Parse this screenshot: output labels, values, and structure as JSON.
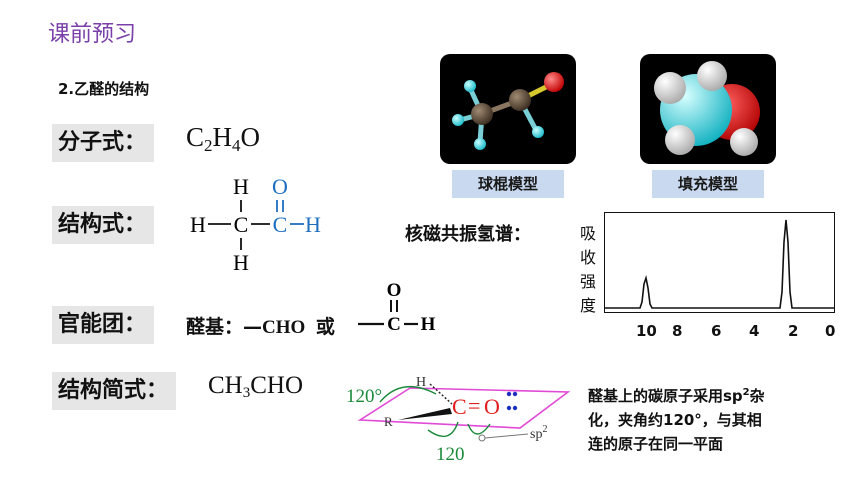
{
  "header": {
    "title": "课前预习",
    "subtitle": "2.乙醛的结构"
  },
  "molecular_formula": {
    "label": "分子式：",
    "parts": [
      "C",
      "2",
      "H",
      "4",
      "O"
    ]
  },
  "structural_formula": {
    "label": "结构式：",
    "atoms": {
      "h_top": "H",
      "o_top": "O",
      "h_left": "H",
      "c1": "C",
      "c2": "C",
      "h_right": "H",
      "h_bottom": "H"
    }
  },
  "functional_group": {
    "label": "官能团：",
    "name": "醛基：",
    "dash": "—",
    "formula": "CHO",
    "or": "或",
    "atoms": {
      "o": "O",
      "c": "C",
      "h": "H"
    }
  },
  "condensed_formula": {
    "label": "结构简式：",
    "parts": [
      "CH",
      "3",
      "CHO"
    ]
  },
  "models": [
    {
      "caption": "球棍模型",
      "icon": "ball-and-stick-model"
    },
    {
      "caption": "填充模型",
      "icon": "space-filling-model"
    }
  ],
  "nmr": {
    "title": "核磁共振氢谱：",
    "ylabel_chars": [
      "吸",
      "收",
      "强",
      "度"
    ],
    "x_ticks": [
      "10",
      "8",
      "6",
      "4",
      "2",
      "0"
    ]
  },
  "geometry_diagram": {
    "angle_top": "120°",
    "angle_bottom": "120",
    "atom_h": "H",
    "atom_r": "R",
    "atom_c": "C",
    "atom_o": "O",
    "bond": "=",
    "hybrid": "sp",
    "hybrid_sup": "2"
  },
  "note": {
    "line1_a": "醛基上的碳原子采用sp",
    "line1_sup": "2",
    "line1_b": "杂",
    "line2": "化，夹角约120°，与其相",
    "line3": "连的原子在同一平面"
  },
  "colors": {
    "title": "#7a3fa8",
    "label_bg": "#e6e6e6",
    "formula_blue": "#1f6fbf",
    "caption_bg": "#c9daf0",
    "plane": "#e04ad6"
  }
}
